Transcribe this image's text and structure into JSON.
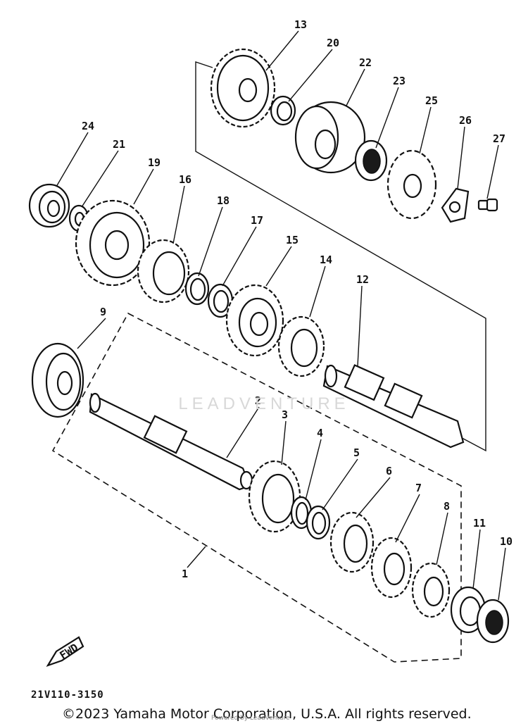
{
  "diagram": {
    "callouts": [
      "13",
      "20",
      "22",
      "23",
      "25",
      "26",
      "27",
      "24",
      "21",
      "19",
      "16",
      "18",
      "17",
      "15",
      "14",
      "12",
      "9",
      "2",
      "3",
      "4",
      "5",
      "6",
      "7",
      "8",
      "11",
      "10",
      "1"
    ],
    "watermark": "LEADVENTURE",
    "drawing_code": "21V110-3150",
    "fwd_label": "FWD",
    "copyright": "©2023 Yamaha Motor Corporation, U.S.A. All rights reserved.",
    "subnote": "Powered by LeadVenture"
  }
}
